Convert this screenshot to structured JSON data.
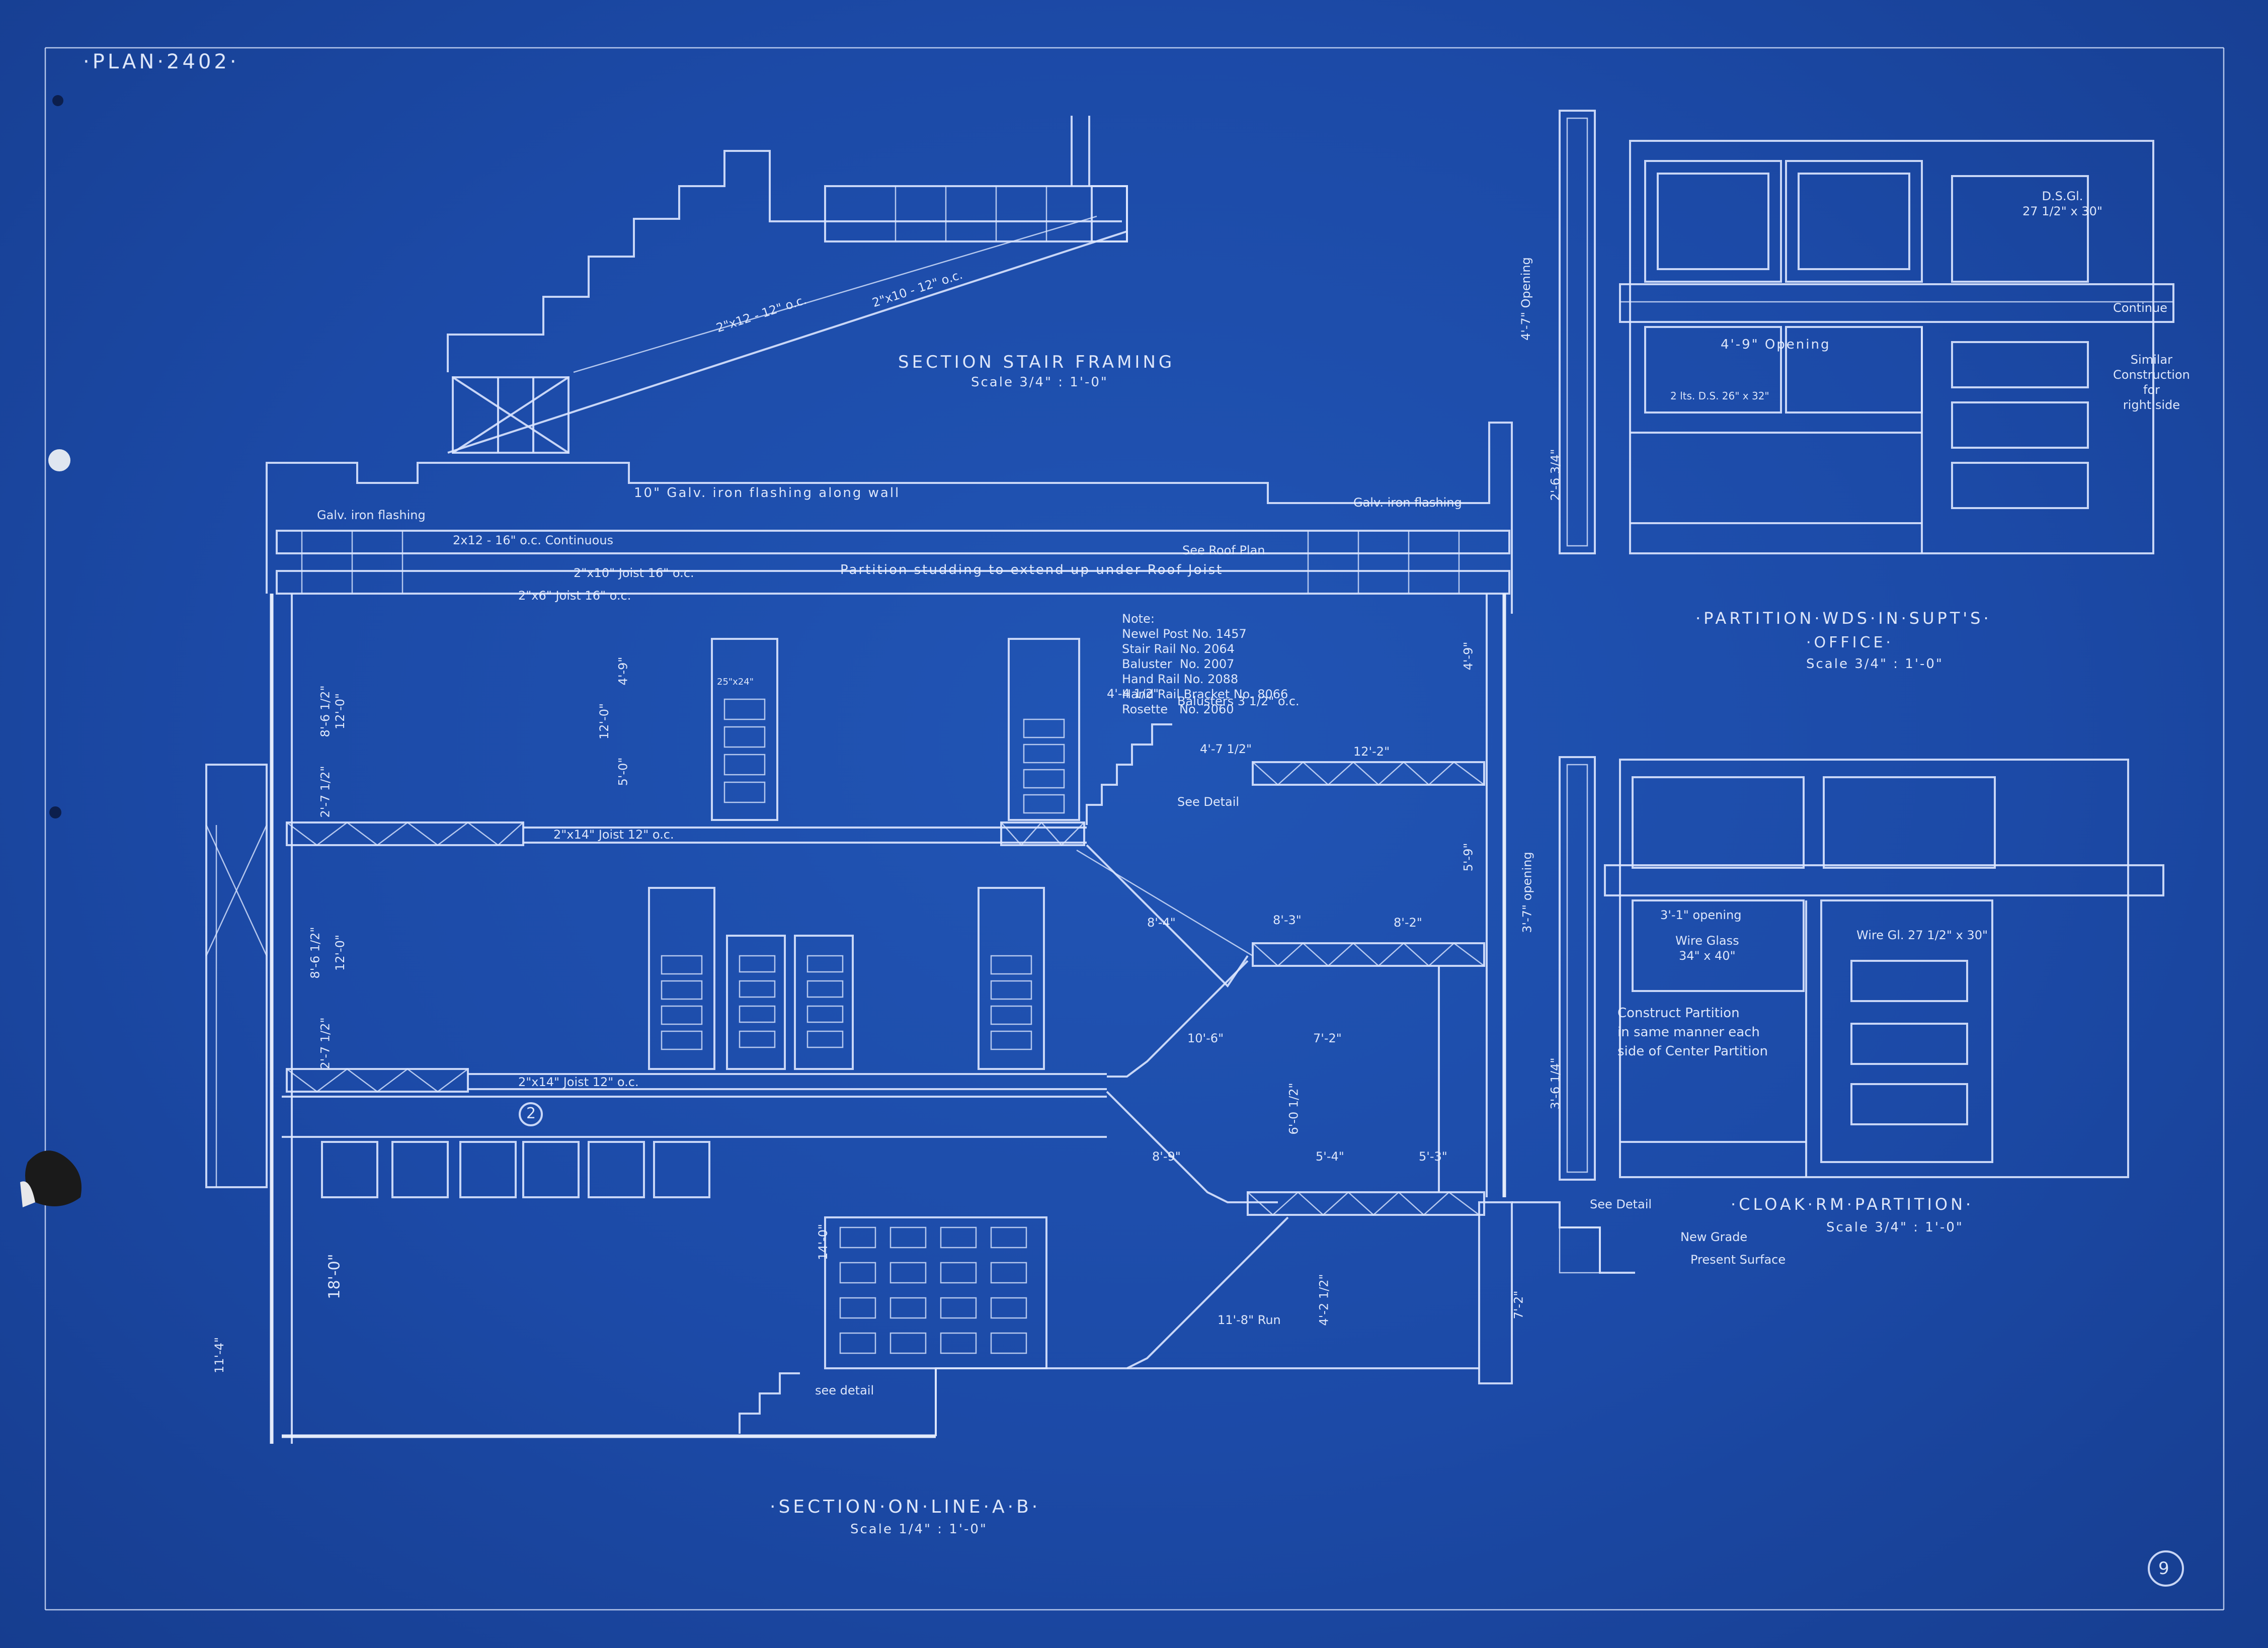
{
  "sheet": {
    "plan_number": "·PLAN·2402·",
    "sheet_number": "9"
  },
  "titles": {
    "stair_framing": "SECTION STAIR FRAMING",
    "stair_framing_scale": "Scale 3/4\" : 1'-0\"",
    "main_section": "·SECTION·ON·LINE·A·B·",
    "main_section_scale": "Scale 1/4\" : 1'-0\"",
    "partition_wds": "·PARTITION·WDS·IN·SUPT'S·",
    "partition_wds_2": "·OFFICE·",
    "partition_wds_scale": "Scale 3/4\" : 1'-0\"",
    "cloak_rm": "·CLOAK·RM·PARTITION·",
    "cloak_rm_scale": "Scale 3/4\" : 1'-0\""
  },
  "labels": {
    "flashing_wall": "10\" Galv. iron flashing along wall",
    "galv_flashing_l": "Galv. iron flashing",
    "galv_flashing_r": "Galv. iron flashing",
    "continuous": "2x12 - 16\" o.c. Continuous",
    "see_roof_plan": "See Roof Plan",
    "partition_studding": "Partition studding to extend up under Roof Joist",
    "joist_10": "2\"x10\" Joist 16\" o.c.",
    "joist_6": "2\"x6\" Joist 16\" o.c.",
    "joist_14_upper": "2\"x14\" Joist 12\" o.c.",
    "joist_14_lower": "2\"x14\" Joist 12\" o.c.",
    "note_block": "Note:\nNewel Post No. 1457\nStair Rail No. 2064\nBaluster  No. 2007\nHand Rail No. 2088\nHand Rail Bracket No. 8066\nRosette   No. 2060",
    "balusters": "Balusters 3 1/2\" o.c.",
    "see_detail_1": "See Detail",
    "see_detail_2": "see detail",
    "see_detail_3": "See Detail",
    "room_number": "2",
    "new_grade": "New Grade",
    "present_surface": "Present Surface",
    "stair_joist_1": "2\"x12 - 12\" o.c.",
    "stair_joist_2": "2\"x10 - 12\" o.c.",
    "run": "11'-8\" Run",
    "continue": "Continue",
    "similar": "Similar\nConstruction\nfor\nright side",
    "opening_wds": "4'-9\"   Opening",
    "opening_vert_1": "4'-7\" Opening",
    "opening_vert_2": "3'-7\" opening",
    "opening_cloak": "3'-1\" opening",
    "wire_glass": "Wire Glass\n34\" x 40\"",
    "wire_gl_small": "Wire Gl.  27 1/2\" x 30\"",
    "ds_gl": "D.S.Gl.\n27 1/2\" x 30\"",
    "lts": "2 lts. D.S. 26\" x 32\"",
    "construct_partition": "Construct Partition\nin same manner each\nside of Center Partition",
    "transom": "25\"x24\""
  },
  "dimensions": {
    "d_8_6a": "8'-6 1/2\"",
    "d_12_0a": "12'-0\"",
    "d_2_7a": "2'-7 1/2\"",
    "d_8_6b": "8'-6 1/2\"",
    "d_12_0b": "12'-0\"",
    "d_2_7b": "2'-7 1/2\"",
    "d_18_0": "18'-0\"",
    "d_11_4": "11'-4\"",
    "d_14_0": "14'-0\"",
    "d_12_0c": "12'-0\"",
    "d_4_9a": "4'-9\"",
    "d_5_0": "5'-0\"",
    "d_4_4": "4'-4 1/2\"",
    "d_4_7": "4'-7 1/2\"",
    "d_12_2": "12'-2\"",
    "d_8_4": "8'-4\"",
    "d_8_3": "8'-3\"",
    "d_8_2": "8'-2\"",
    "d_10_6": "10'-6\"",
    "d_7_2": "7'-2\"",
    "d_8_9": "8'-9\"",
    "d_5_4": "5'-4\"",
    "d_5_3": "5'-3\"",
    "d_6_0": "6'-0 1/2\"",
    "d_4_2": "4'-2 1/2\"",
    "d_5_9": "5'-9\"",
    "d_4_9b": "4'-9\"",
    "d_2_6": "2'-6 3/4\"",
    "d_3_6": "3'-6 1/4\"",
    "d_7_2b": "7'-2\""
  }
}
